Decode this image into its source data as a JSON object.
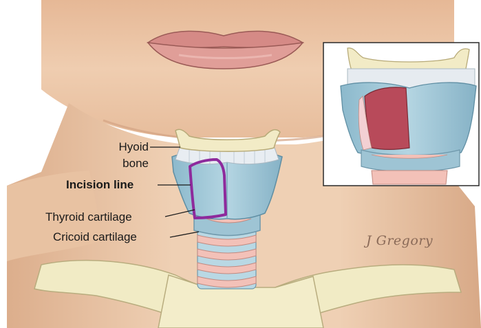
{
  "labels": {
    "hyoid_line1": "Hyoid",
    "hyoid_line2": "bone",
    "incision": "Incision line",
    "thyroid": "Thyroid cartilage",
    "cricoid": "Cricoid cartilage"
  },
  "signature": "J Gregory",
  "colors": {
    "skin": "#ecc9aa",
    "skin_shadow": "#dcae8c",
    "lips": "#d9928c",
    "bone": "#f2ebc6",
    "cartilage_blue": "#9fc6d6",
    "ring_pink": "#f0b8b0",
    "incision": "#8e2a9c",
    "inset_red": "#b84a5a"
  }
}
